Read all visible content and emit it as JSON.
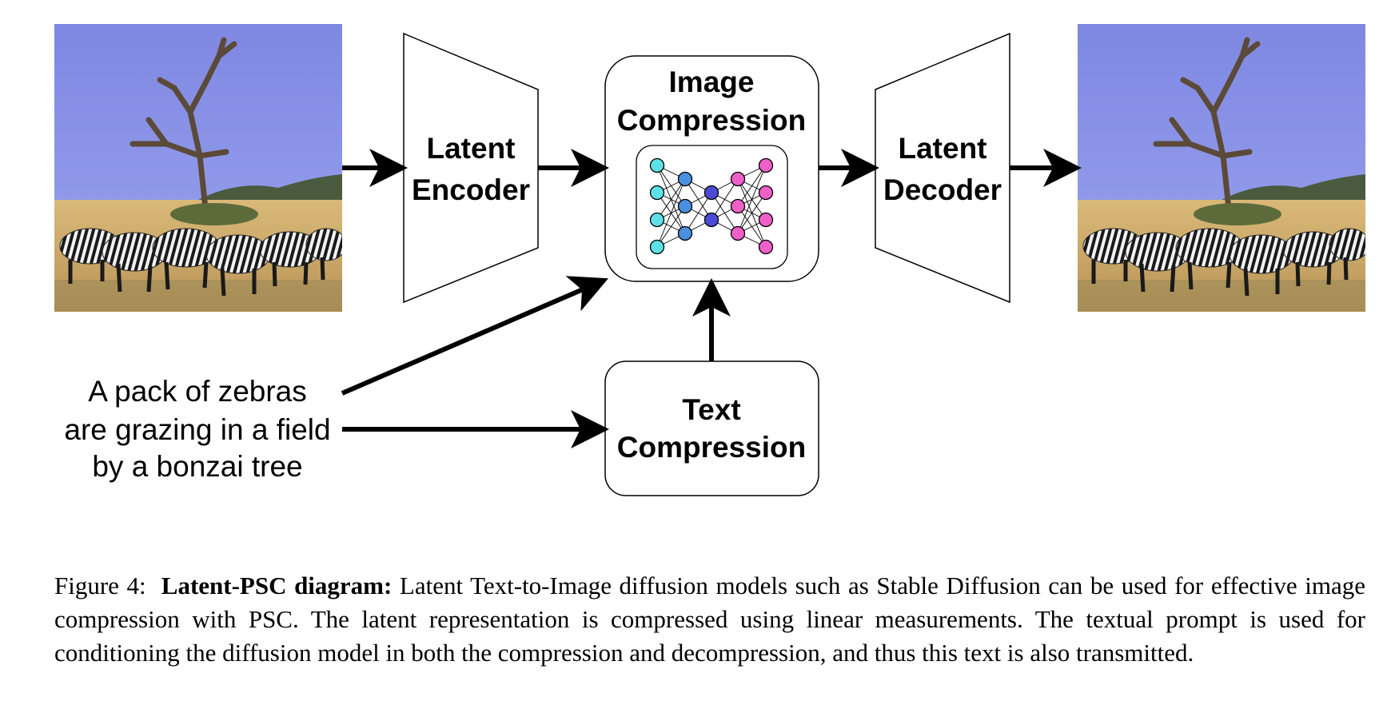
{
  "diagram": {
    "latent_encoder": [
      "Latent",
      "Encoder"
    ],
    "image_compression": [
      "Image",
      "Compression"
    ],
    "latent_decoder": [
      "Latent",
      "Decoder"
    ],
    "text_compression": [
      "Text",
      "Compression"
    ],
    "prompt": [
      "A pack of zebras",
      "are grazing in a field",
      "by a bonzai tree"
    ],
    "colors": {
      "sky": "#8791e4",
      "field": "#c9a866",
      "nn_input": "#5ee1e6",
      "nn_hidden": "#4a8fe0",
      "nn_bottleneck": "#4b4bd6",
      "nn_output": "#ef5fc8"
    },
    "icons": [
      "input-photo-zebras",
      "output-photo-zebras",
      "neural-network-icon"
    ]
  },
  "caption": {
    "label": "Figure 4:",
    "bold": "Latent-PSC diagram:",
    "text": "Latent Text-to-Image diffusion models such as Stable Diffusion can be used for effective image compression with PSC. The latent representation is compressed using linear measurements. The textual prompt is used for conditioning the diffusion model in both the compression and decompression, and thus this text is also transmitted."
  }
}
